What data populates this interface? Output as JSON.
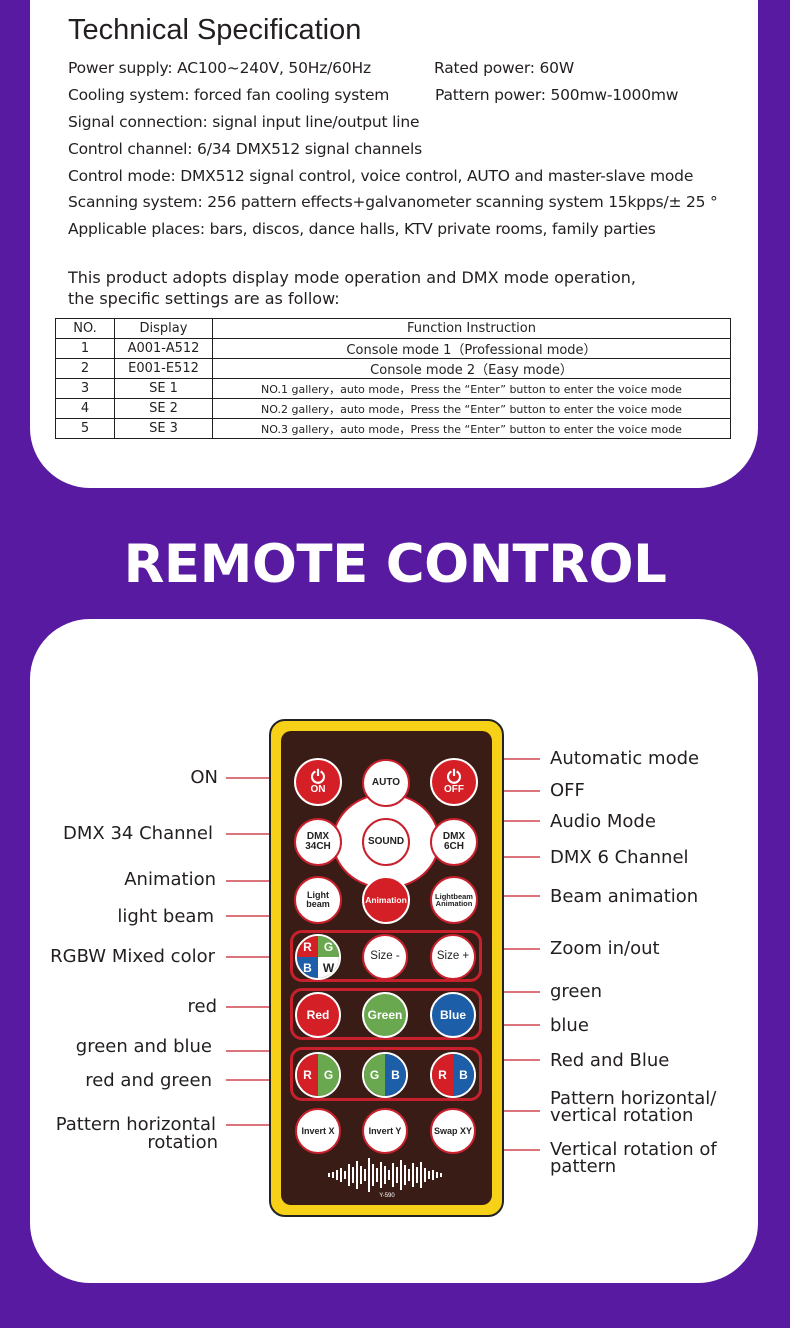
{
  "spec": {
    "title": "Technical Specification",
    "lines": [
      "Power supply: AC100~240V, 50Hz/60Hz",
      "Cooling system: forced fan cooling system",
      "Signal connection: signal input line/output line",
      "Control channel: 6/34 DMX512 signal channels",
      "Control mode: DMX512 signal control, voice control, AUTO and master-slave mode",
      "Scanning system: 256 pattern effects+galvanometer scanning system 15kpps/± 25 °",
      "Applicable places: bars, discos, dance halls, KTV private rooms, family parties"
    ],
    "rated_power": "Rated power: 60W",
    "pattern_power": "Pattern power: 500mw-1000mw",
    "intro_1": "This product adopts display mode operation and DMX mode operation,",
    "intro_2": "the specific settings are as follow:",
    "table": {
      "headers": [
        "NO.",
        "Display",
        "Function Instruction"
      ],
      "rows": [
        [
          "1",
          "A001-A512",
          "Console mode 1（Professional mode）"
        ],
        [
          "2",
          "E001-E512",
          "Console mode 2（Easy mode）"
        ],
        [
          "3",
          "SE 1",
          "NO.1 gallery，auto mode，Press the “Enter” button to enter the voice mode"
        ],
        [
          "4",
          "SE 2",
          "NO.2 gallery，auto mode，Press the “Enter” button to enter the voice mode"
        ],
        [
          "5",
          "SE 3",
          "NO.3 gallery，auto mode，Press the “Enter” button to enter the voice mode"
        ]
      ]
    }
  },
  "remote_heading": "REMOTE CONTROL",
  "remote": {
    "buttons": {
      "on_label": "ON",
      "auto": "AUTO",
      "off_label": "OFF",
      "dmx34_1": "DMX",
      "dmx34_2": "34CH",
      "sound": "SOUND",
      "dmx6_1": "DMX",
      "dmx6_2": "6CH",
      "light_beam_1": "Light",
      "light_beam_2": "beam",
      "animation": "Animation",
      "beam_anim_1": "Lightbeam",
      "beam_anim_2": "Animation",
      "rgbw_r": "R",
      "rgbw_g": "G",
      "rgbw_b": "B",
      "rgbw_w": "W",
      "size_minus": "Size -",
      "size_plus": "Size +",
      "red": "Red",
      "green": "Green",
      "blue": "Blue",
      "rg_r": "R",
      "rg_g": "G",
      "gb_g": "G",
      "gb_b": "B",
      "rb_r": "R",
      "rb_b": "B",
      "invert_x": "Invert X",
      "invert_y": "Invert Y",
      "swap_xy": "Swap XY",
      "model": "Y-590"
    },
    "labels_left": {
      "on": "ON",
      "dmx34": "DMX 34 Channel",
      "animation": "Animation",
      "light_beam": "light beam",
      "rgbw": "RGBW Mixed color",
      "red": "red",
      "green_blue": "green and blue",
      "red_green": "red and green",
      "pattern_h_1": "Pattern horizontal",
      "pattern_h_2": "rotation"
    },
    "labels_right": {
      "auto_mode": "Automatic mode",
      "off": "OFF",
      "audio_mode": "Audio Mode",
      "dmx6": "DMX 6 Channel",
      "beam_animation": "Beam animation",
      "zoom": "Zoom in/out",
      "green": "green",
      "blue": "blue",
      "red_blue": "Red and Blue",
      "pattern_hv_1": "Pattern horizontal/",
      "pattern_hv_2": "vertical rotation",
      "vertical_1": "Vertical rotation of",
      "vertical_2": "pattern"
    },
    "colors": {
      "red": "#d41f26",
      "green": "#6aa84f",
      "blue": "#1c5ea8",
      "frame": "#f7d117",
      "body": "#3a1c16"
    }
  }
}
